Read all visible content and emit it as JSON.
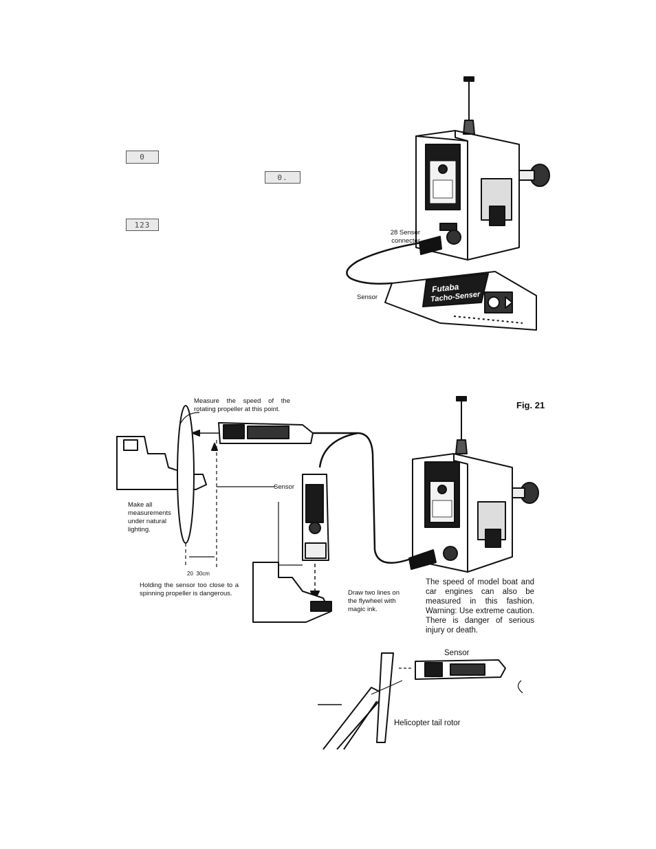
{
  "lcd_displays": {
    "first": "0",
    "second": "0.",
    "third": "123"
  },
  "top_figure": {
    "sensor_connector": "28 Sensor connector",
    "sensor_label": "Sensor",
    "brand": "Futaba",
    "sensor_name": "Tacho-Senser"
  },
  "fig21": {
    "fig_label": "Fig. 21",
    "measure_note": "Measure the speed of the rotating propeller at this point.",
    "sensor_label": "Sensor",
    "natural_lighting": "Make all measurements under natural lighting.",
    "distance": "20  30cm",
    "danger_note": "Holding the sensor too close to a spinning propeller is dangerous.",
    "flywheel_note": "Draw two lines on the flywheel with magic ink.",
    "warning": "The speed of model boat and car engines can also be measured in this fashion. Warning: Use extreme caution. There is danger of serious injury or death.",
    "heli_sensor_label": "Sensor",
    "heli_caption": "Helicopter tail rotor"
  }
}
